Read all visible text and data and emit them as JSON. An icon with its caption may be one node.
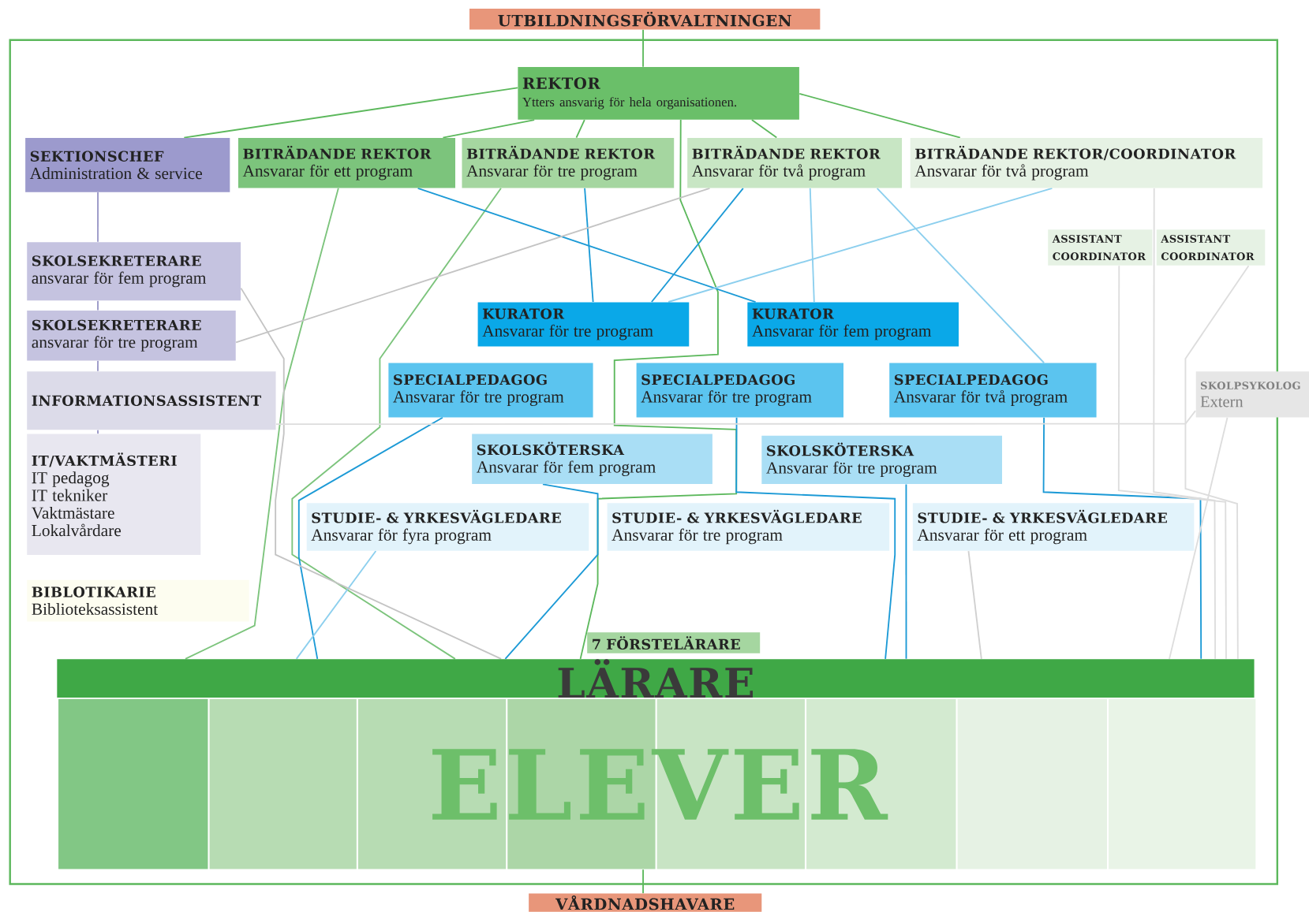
{
  "diagram": {
    "nodes": [
      {
        "text": [
          "UTBILDNINGSFÖRVALTNINGEN"
        ]
      },
      {
        "text": [
          "REKTOR",
          "Ytters ansvarig för hela organisationen."
        ]
      },
      {
        "text": [
          "SEKTIONSCHEF",
          "Administration & service"
        ]
      },
      {
        "text": [
          "BITRÄDANDE REKTOR",
          "Ansvarar för ett program"
        ]
      },
      {
        "text": [
          "BITRÄDANDE REKTOR",
          "Ansvarar för tre program"
        ]
      },
      {
        "text": [
          "BITRÄDANDE REKTOR",
          "Ansvarar för två program"
        ]
      },
      {
        "text": [
          "BITRÄDANDE REKTOR/COORDINATOR",
          "Ansvarar för två program"
        ]
      },
      {
        "text": [
          "ASSISTANT COORDINATOR"
        ]
      },
      {
        "text": [
          "ASSISTANT COORDINATOR"
        ]
      },
      {
        "text": [
          "SKOLSEKRETERARE",
          "ansvarar för fem program"
        ]
      },
      {
        "text": [
          "SKOLSEKRETERARE",
          "ansvarar för tre program"
        ]
      },
      {
        "text": [
          "INFORMATIONSASSISTENT"
        ]
      },
      {
        "text": [
          "KURATOR",
          "Ansvarar för tre program"
        ]
      },
      {
        "text": [
          "KURATOR",
          "Ansvarar för fem program"
        ]
      },
      {
        "text": [
          "IT/VAKTMÄSTERI",
          "IT pedagog",
          "IT tekniker",
          "Vaktmästare",
          "Lokalvårdare"
        ]
      },
      {
        "text": [
          "SPECIALPEDAGOG",
          "Ansvarar för tre program"
        ]
      },
      {
        "text": [
          "SPECIALPEDAGOG",
          "Ansvarar för tre program"
        ]
      },
      {
        "text": [
          "SPECIALPEDAGOG",
          "Ansvarar för två program"
        ]
      },
      {
        "text": [
          "SKOLPSYKOLOG",
          "Extern"
        ]
      },
      {
        "text": [
          "SKOLSKÖTERSKA",
          "Ansvarar för fem program"
        ]
      },
      {
        "text": [
          "SKOLSKÖTERSKA",
          "Ansvarar för tre program"
        ]
      },
      {
        "text": [
          "STUDIE- & YRKESVÄGLEDARE",
          "Ansvarar för fyra program"
        ]
      },
      {
        "text": [
          "STUDIE- & YRKESVÄGLEDARE",
          "Ansvarar för tre program"
        ]
      },
      {
        "text": [
          "STUDIE- & YRKESVÄGLEDARE",
          "Ansvarar för ett program"
        ]
      },
      {
        "text": [
          "BIBLOTIKARIE",
          "Biblioteksassistent"
        ]
      },
      {
        "text": [
          "7 FÖRSTELÄRARE"
        ]
      },
      {
        "text": [
          "LÄRARE"
        ]
      },
      {
        "text": [
          "ELEVER"
        ]
      },
      {
        "text": [
          "VÅRDNADSHAVARE"
        ]
      }
    ],
    "edges": [
      {
        "from": 0,
        "to": 1,
        "arrow": "none",
        "color": "#5cb85c"
      },
      {
        "from": 1,
        "to": 2,
        "arrow": "none",
        "color": "#5cb85c"
      },
      {
        "from": 1,
        "to": 3,
        "arrow": "none",
        "color": "#5cb85c"
      },
      {
        "from": 1,
        "to": 4,
        "arrow": "none",
        "color": "#5cb85c"
      },
      {
        "from": 1,
        "to": 5,
        "arrow": "none",
        "color": "#5cb85c"
      },
      {
        "from": 1,
        "to": 6,
        "arrow": "none",
        "color": "#5cb85c"
      },
      {
        "from": 1,
        "to": 26,
        "arrow": "none",
        "color": "#5cb85c"
      },
      {
        "from": 27,
        "to": 28,
        "arrow": "none",
        "color": "#5cb85c"
      },
      {
        "from": 2,
        "to": 9,
        "arrow": "none",
        "color": "#9896c6"
      },
      {
        "from": 9,
        "to": 10,
        "arrow": "none",
        "color": "#9896c6"
      },
      {
        "from": 10,
        "to": 11,
        "arrow": "none",
        "color": "#9896c6"
      },
      {
        "from": 11,
        "to": 14,
        "arrow": "none",
        "color": "#9896c6"
      },
      {
        "from": 3,
        "to": 26,
        "arrow": "none",
        "color": "#7cc47c"
      },
      {
        "from": 4,
        "to": 26,
        "arrow": "none",
        "color": "#7cc47c"
      },
      {
        "from": 3,
        "to": 13,
        "arrow": "none",
        "color": "#1c9ad6"
      },
      {
        "from": 5,
        "to": 12,
        "arrow": "none",
        "color": "#1c9ad6"
      },
      {
        "from": 4,
        "to": 12,
        "arrow": "none",
        "color": "#1c9ad6"
      },
      {
        "from": 5,
        "to": 13,
        "arrow": "none",
        "color": "#8ccfee"
      },
      {
        "from": 15,
        "to": 26,
        "arrow": "none",
        "color": "#1c9ad6"
      },
      {
        "from": 19,
        "to": 26,
        "arrow": "none",
        "color": "#1c9ad6"
      },
      {
        "from": 21,
        "to": 26,
        "arrow": "none",
        "color": "#8ccfee"
      },
      {
        "from": 16,
        "to": 26,
        "arrow": "none",
        "color": "#1c9ad6"
      },
      {
        "from": 20,
        "to": 26,
        "arrow": "none",
        "color": "#1c9ad6"
      },
      {
        "from": 17,
        "to": 26,
        "arrow": "none",
        "color": "#1c9ad6"
      },
      {
        "from": 23,
        "to": 26,
        "arrow": "none",
        "color": "#d0d0d0"
      },
      {
        "from": 9,
        "to": 26,
        "arrow": "none",
        "color": "#c4c4c4"
      },
      {
        "from": 10,
        "to": 5,
        "arrow": "none",
        "color": "#c4c4c4"
      },
      {
        "from": 11,
        "to": 18,
        "arrow": "none",
        "color": "#dddddd"
      },
      {
        "from": 6,
        "to": 26,
        "arrow": "none",
        "color": "#dddddd"
      },
      {
        "from": 18,
        "to": 26,
        "arrow": "none",
        "color": "#dddddd"
      },
      {
        "from": 6,
        "to": 12,
        "arrow": "none",
        "color": "#8ccfee"
      },
      {
        "from": 5,
        "to": 17,
        "arrow": "none",
        "color": "#8ccfee"
      },
      {
        "from": 7,
        "to": 26,
        "arrow": "none",
        "color": "#dddddd"
      },
      {
        "from": 8,
        "to": 26,
        "arrow": "none",
        "color": "#dddddd"
      }
    ]
  }
}
